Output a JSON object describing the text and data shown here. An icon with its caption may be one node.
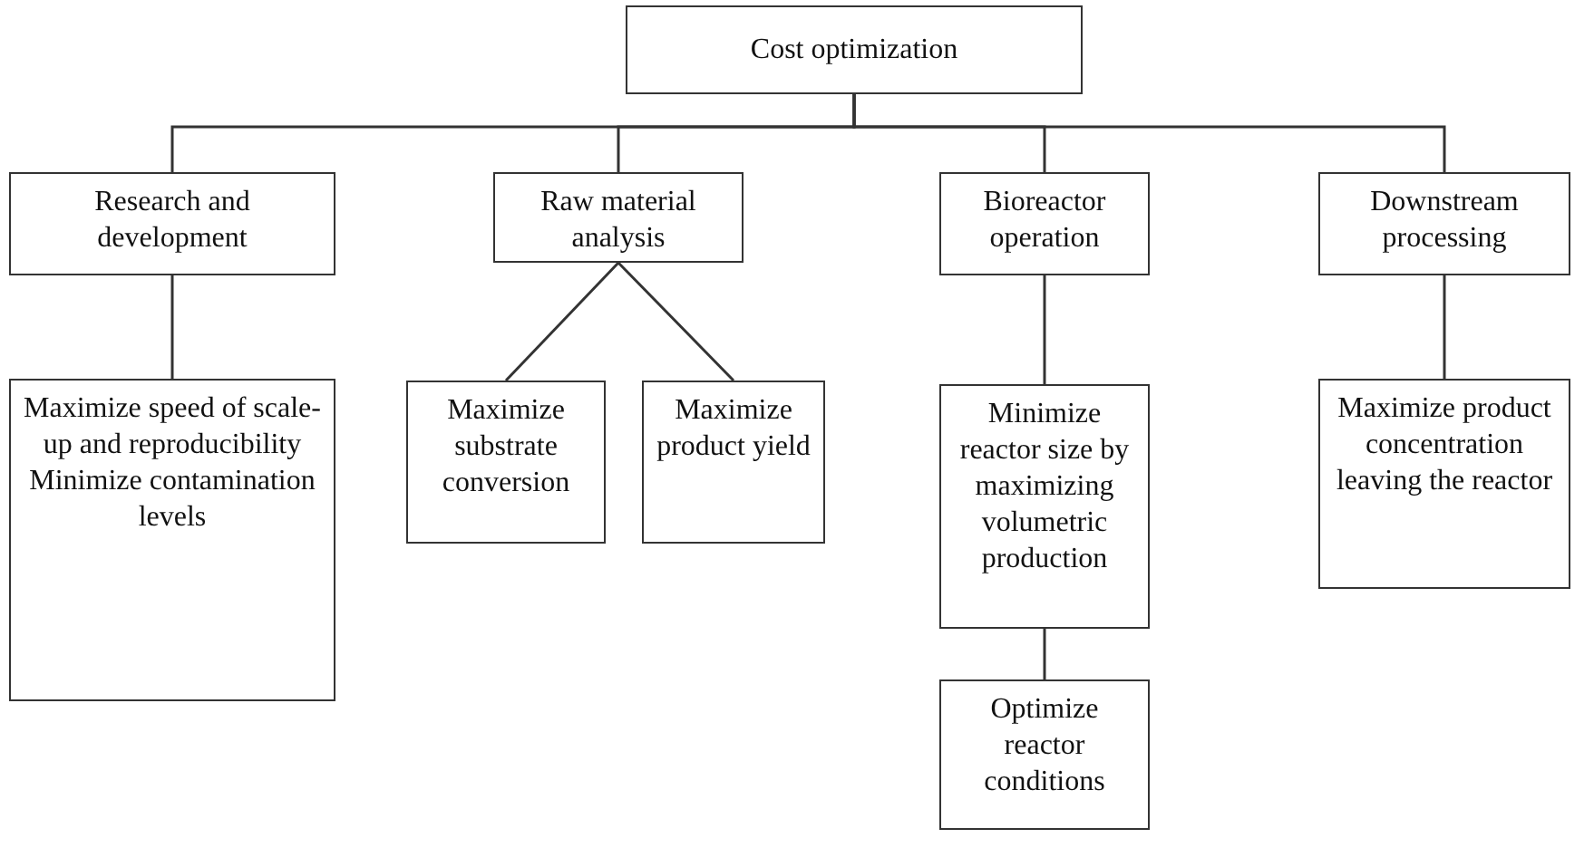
{
  "diagram": {
    "nodes": [
      {
        "text": [
          "Cost optimization"
        ]
      },
      {
        "text": [
          "Research and development"
        ]
      },
      {
        "text": [
          "Raw material analysis"
        ]
      },
      {
        "text": [
          "Bioreactor operation"
        ]
      },
      {
        "text": [
          "Downstream processing"
        ]
      },
      {
        "text": [
          "Maximize speed of scale-up and reproducibility",
          "Minimize contamination levels"
        ]
      },
      {
        "text": [
          "Maximize substrate conversion"
        ]
      },
      {
        "text": [
          "Maximize product yield"
        ]
      },
      {
        "text": [
          "Minimize reactor size by maximizing volumetric production"
        ]
      },
      {
        "text": [
          "Optimize reactor conditions"
        ]
      },
      {
        "text": [
          "Maximize product concentration leaving the reactor"
        ]
      }
    ],
    "edges": [
      {
        "from": 0,
        "to": 1,
        "arrow": "none"
      },
      {
        "from": 0,
        "to": 2,
        "arrow": "none"
      },
      {
        "from": 0,
        "to": 3,
        "arrow": "none"
      },
      {
        "from": 0,
        "to": 4,
        "arrow": "none"
      },
      {
        "from": 1,
        "to": 5,
        "arrow": "none"
      },
      {
        "from": 2,
        "to": 6,
        "arrow": "none"
      },
      {
        "from": 2,
        "to": 7,
        "arrow": "none"
      },
      {
        "from": 3,
        "to": 8,
        "arrow": "none"
      },
      {
        "from": 8,
        "to": 9,
        "arrow": "none"
      },
      {
        "from": 4,
        "to": 10,
        "arrow": "none"
      }
    ]
  }
}
